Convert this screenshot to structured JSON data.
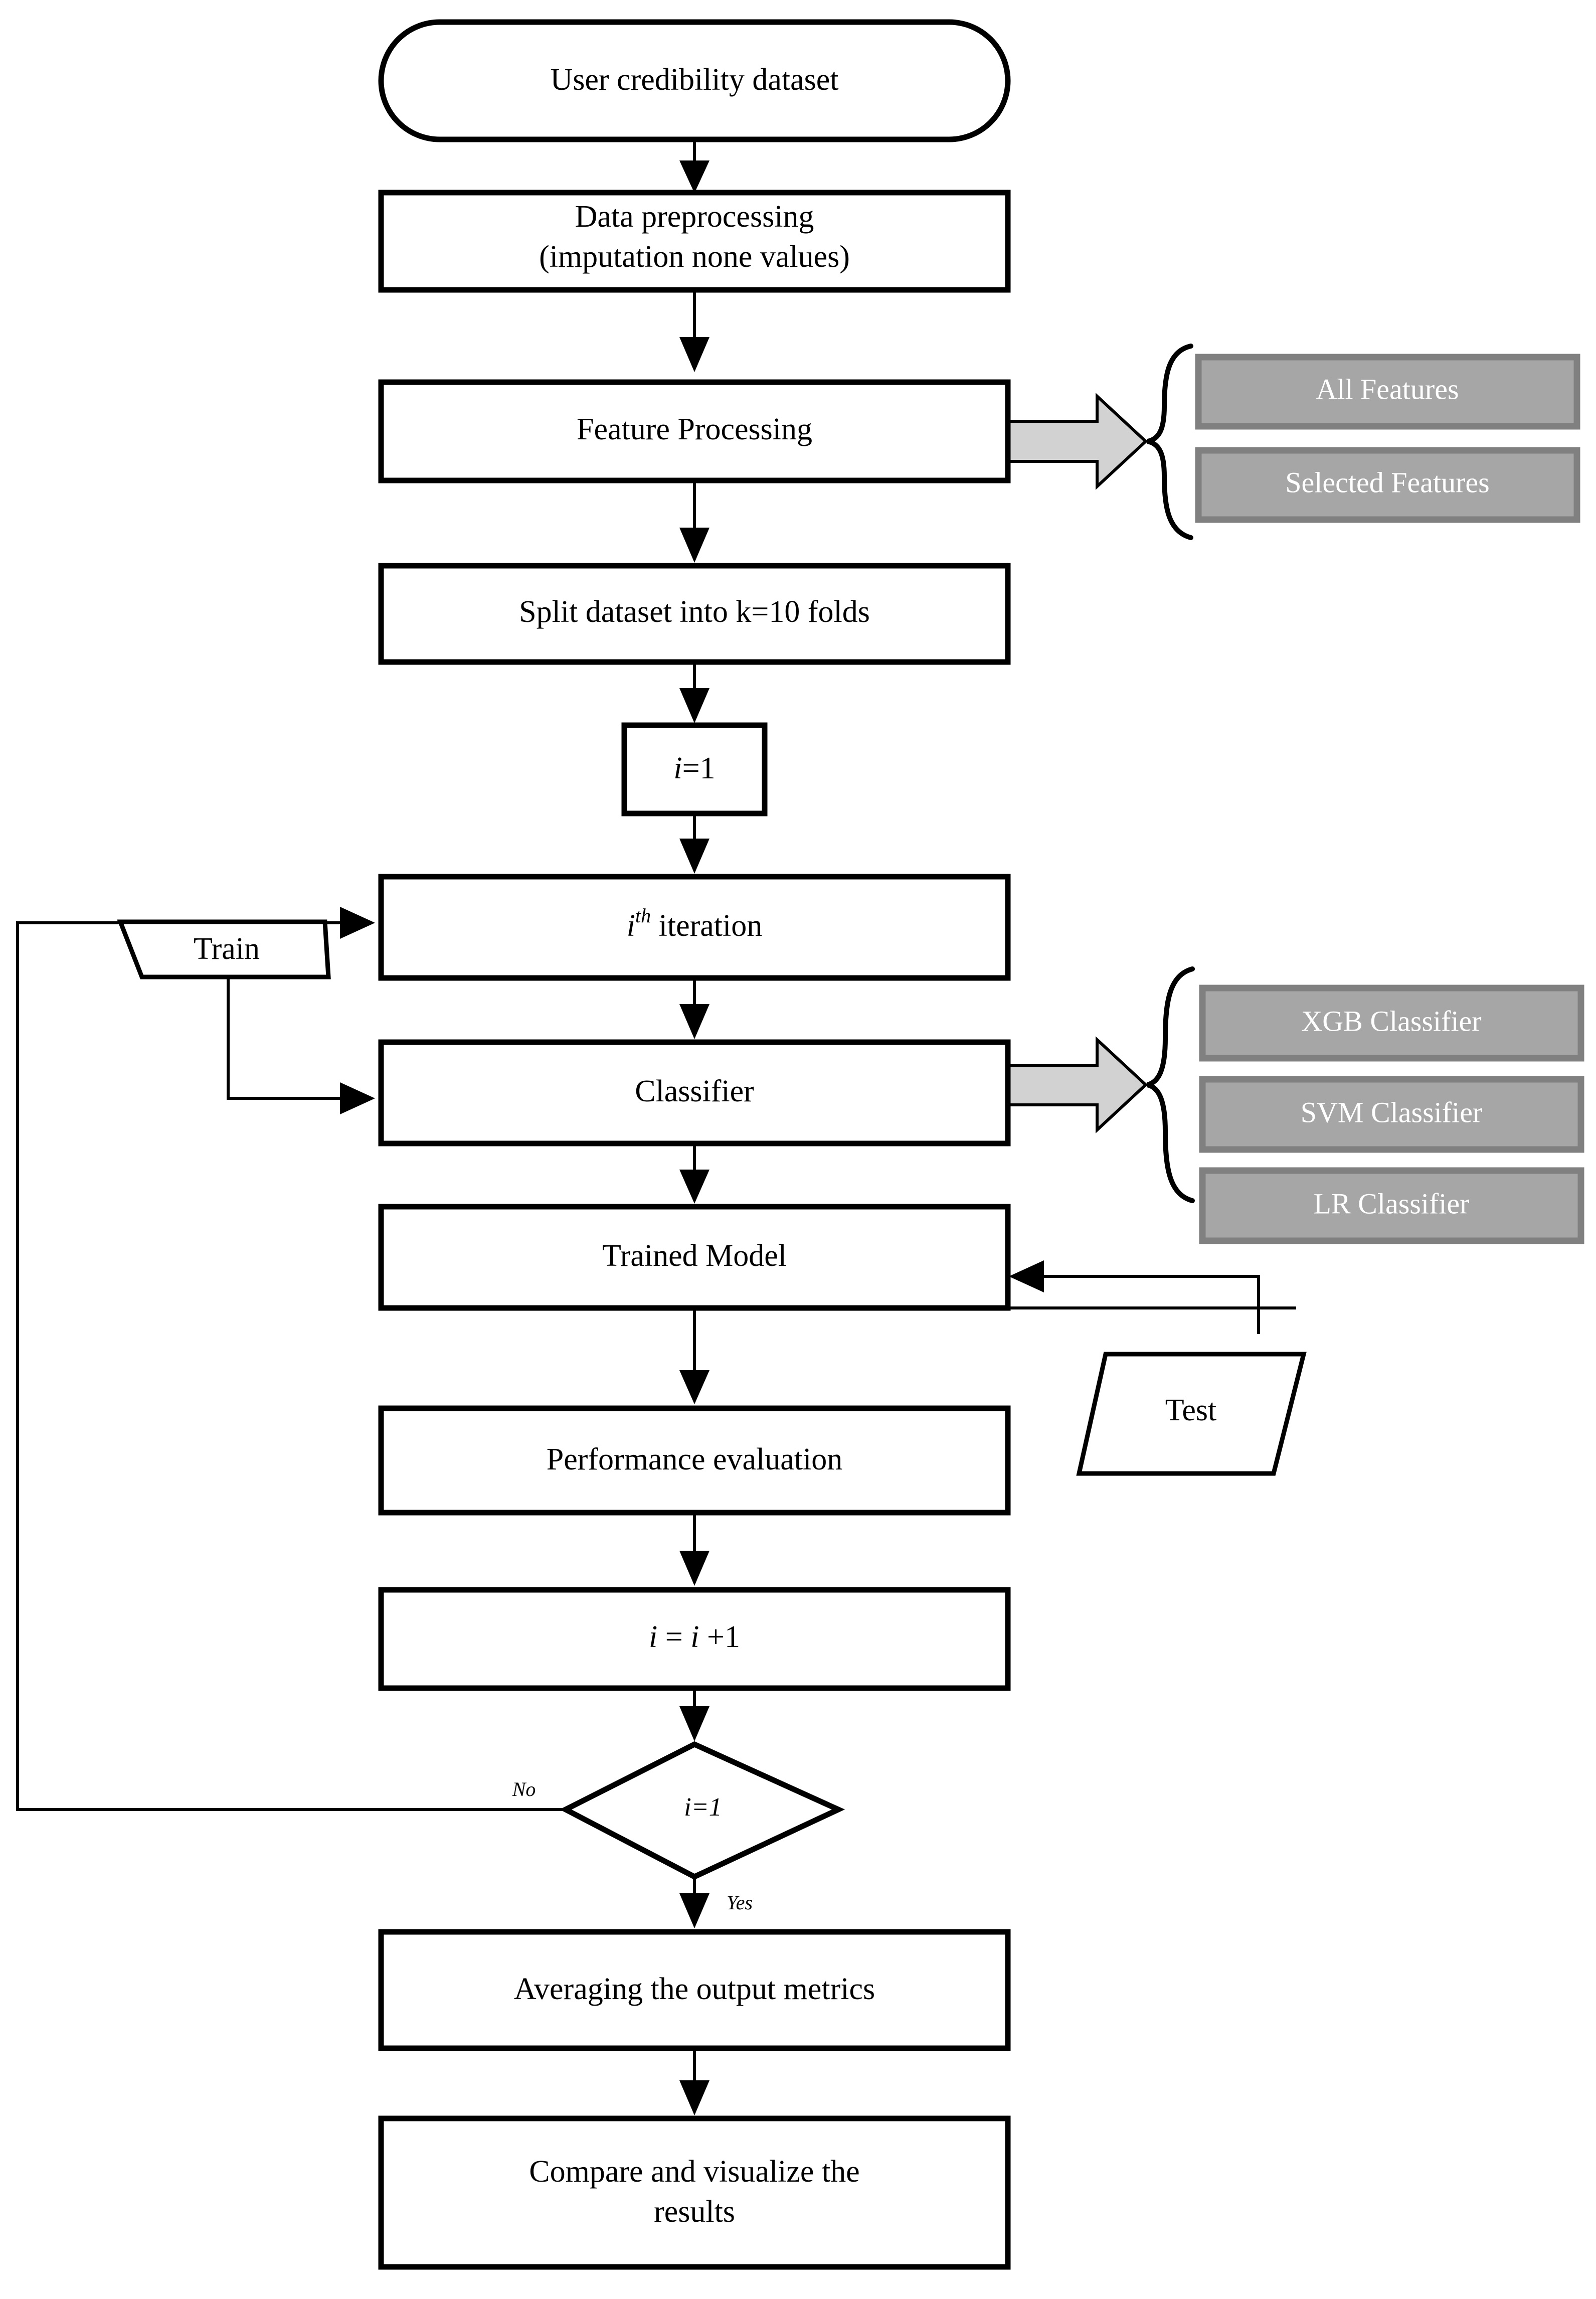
{
  "diagram": {
    "title": "Machine learning evaluation pipeline flowchart",
    "type": "flowchart",
    "colors": {
      "background": "#ffffff",
      "stroke": "#000000",
      "gray_box_fill": "#a6a6a6",
      "gray_box_border": "#808080",
      "gray_box_text": "#ffffff",
      "block_arrow_fill": "#d2d2d2"
    }
  },
  "nodes": {
    "start": {
      "label": "User credibility dataset",
      "shape": "rounded-rectangle"
    },
    "preprocessing": {
      "line1": "Data preprocessing",
      "line2": "(imputation none values)",
      "shape": "rectangle"
    },
    "feature_processing": {
      "label": "Feature Processing",
      "shape": "rectangle"
    },
    "split": {
      "label": "Split dataset into k=10 folds",
      "shape": "rectangle"
    },
    "init": {
      "label_italic": "i",
      "label_rest": "=1",
      "shape": "rectangle"
    },
    "iteration": {
      "label_italic": "i",
      "label_sup": "th",
      "label_rest": "iteration",
      "shape": "rectangle"
    },
    "classifier": {
      "label": "Classifier",
      "shape": "rectangle"
    },
    "trained_model": {
      "label": "Trained Model",
      "shape": "rectangle"
    },
    "performance": {
      "label": "Performance evaluation",
      "shape": "rectangle"
    },
    "increment": {
      "label_a": "i",
      "label_b": "=",
      "label_c": "i",
      "label_d": "+1",
      "shape": "rectangle"
    },
    "decision": {
      "label_italic": "i",
      "label_rest": "=1",
      "shape": "diamond"
    },
    "averaging": {
      "label": "Averaging the output metrics",
      "shape": "rectangle"
    },
    "compare": {
      "line1": "Compare and visualize the",
      "line2": "results",
      "shape": "rectangle"
    },
    "train": {
      "label": "Train",
      "shape": "parallelogram"
    },
    "test": {
      "label": "Test",
      "shape": "parallelogram"
    }
  },
  "feature_options": [
    {
      "label": "All Features"
    },
    {
      "label": "Selected Features"
    }
  ],
  "classifier_options": [
    {
      "label": "XGB Classifier"
    },
    {
      "label": "SVM Classifier"
    },
    {
      "label": "LR Classifier"
    }
  ],
  "edge_labels": {
    "no": "No",
    "yes": "Yes"
  }
}
